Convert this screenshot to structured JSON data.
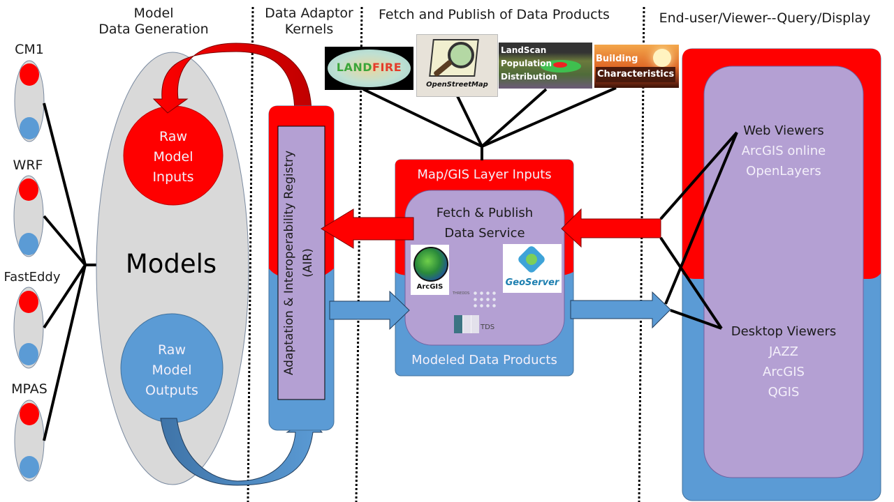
{
  "columns": {
    "model_gen": "Model\nData Generation",
    "adaptor": "Data Adaptor\nKernels",
    "fetch_publish": "Fetch and Publish of Data Products",
    "end_user": "End-user/Viewer--Query/Display"
  },
  "models_list": [
    "CM1",
    "WRF",
    "FastEddy",
    "MPAS"
  ],
  "models_block": {
    "title": "Models",
    "inputs": "Raw\nModel\nInputs",
    "outputs": "Raw\nModel\nOutputs"
  },
  "air": {
    "label": "Adaptation & Interoperability Registry",
    "abbr": "(AIR)"
  },
  "data_sources": [
    {
      "name": "LANDFIRE",
      "icon": "landfire-logo"
    },
    {
      "name": "OpenStreetMap",
      "icon": "openstreetmap-logo"
    },
    {
      "name": "LandScan Population Distribution",
      "line1": "LandScan",
      "line2": "Population",
      "line3": "Distribution",
      "icon": "landscan-logo"
    },
    {
      "name": "Building Characteristics",
      "line1": "Building",
      "line2": "Characteristics",
      "icon": "building-logo"
    }
  ],
  "fetch_box": {
    "top_label": "Map/GIS Layer Inputs",
    "service": "Fetch & Publish\nData Service",
    "bottom_label": "Modeled Data Products",
    "logos": {
      "arcgis": "ArcGIS",
      "geoserver": "GeoServer",
      "thredds": "THREDDS",
      "tds": "TDS"
    }
  },
  "viewers": {
    "web": {
      "title": "Web Viewers",
      "items": [
        "ArcGIS online",
        "OpenLayers"
      ]
    },
    "desktop": {
      "title": "Desktop Viewers",
      "items": [
        "JAZZ",
        "ArcGIS",
        "QGIS"
      ]
    }
  },
  "colors": {
    "red": "#ff0000",
    "blue": "#5b9bd5",
    "purple": "#b4a0d3",
    "grey": "#d9d9d9"
  }
}
